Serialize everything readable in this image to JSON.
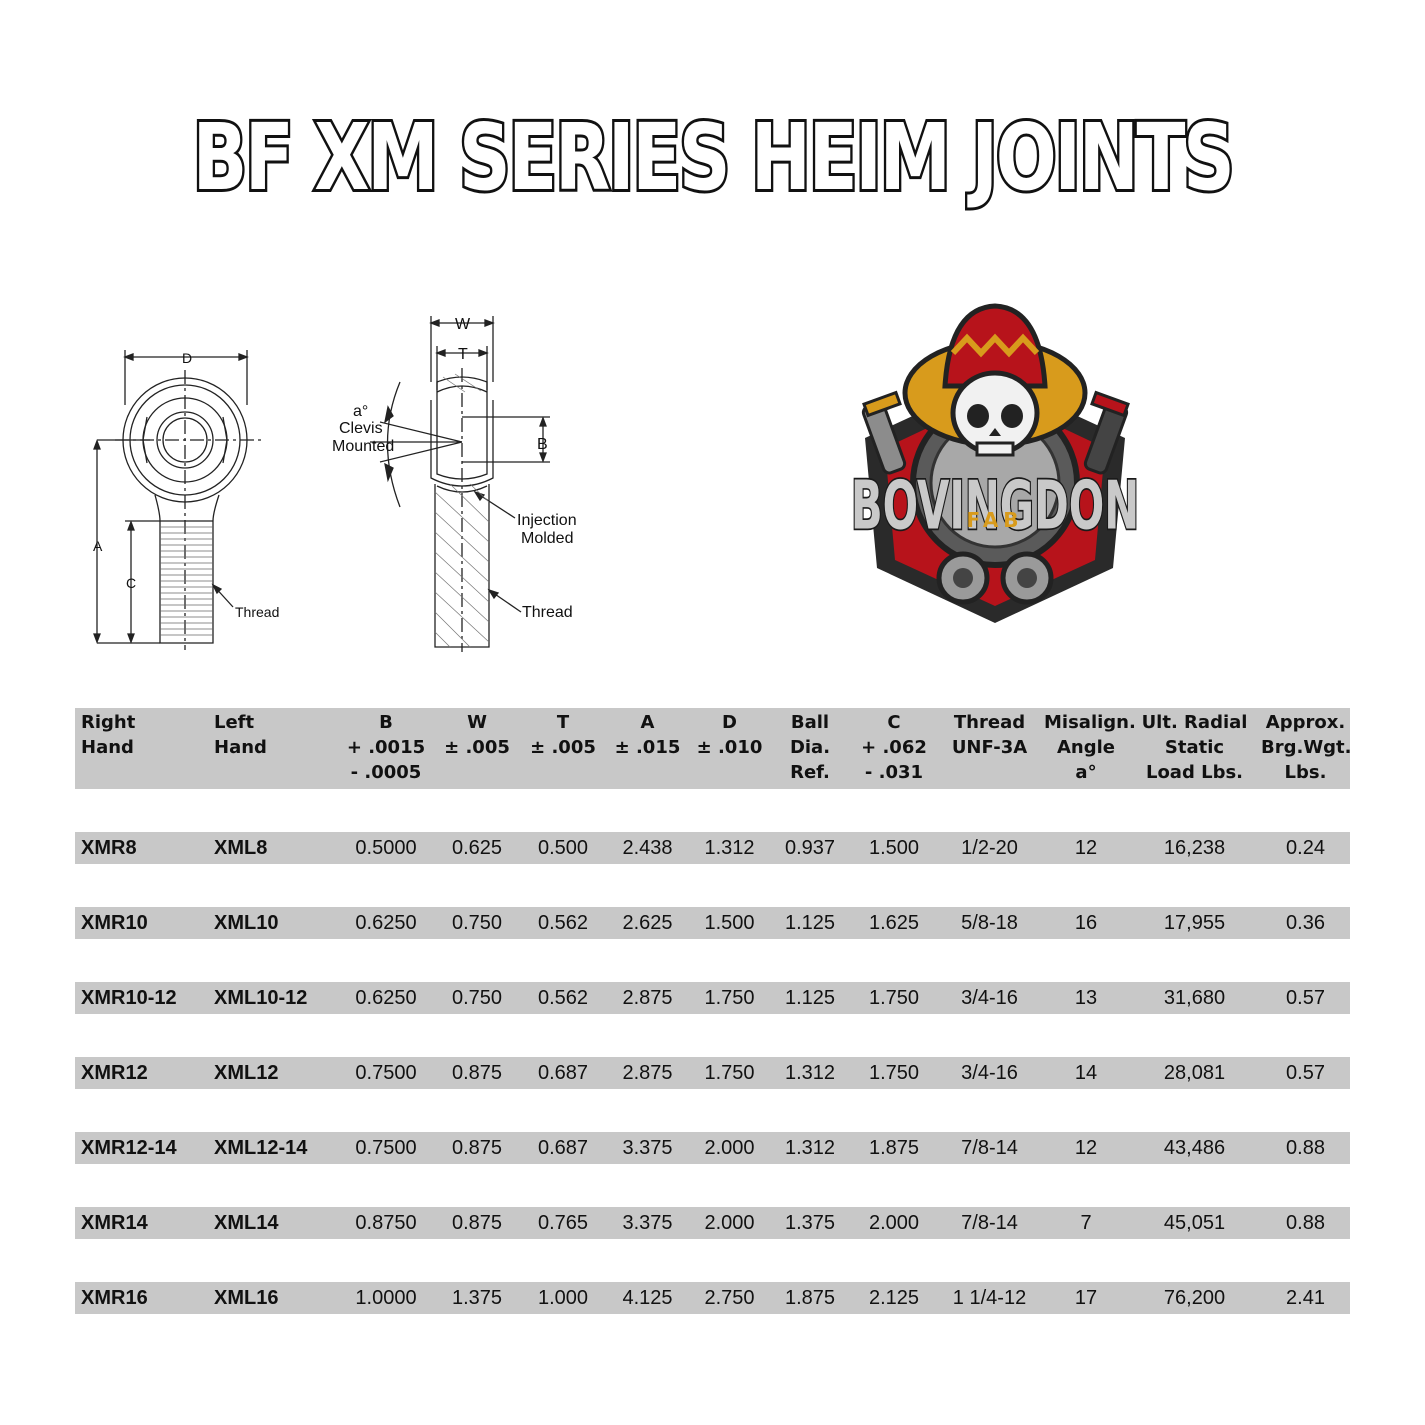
{
  "title": "BF XM SERIES HEIM JOINTS",
  "diagram_left": {
    "labels": {
      "D": "D",
      "A": "A",
      "C": "C",
      "thread": "Thread"
    }
  },
  "diagram_right": {
    "labels": {
      "W": "W",
      "T": "T",
      "B": "B",
      "angle": "a°",
      "clevis": "Clevis",
      "mounted": "Mounted",
      "injection": "Injection",
      "molded": "Molded",
      "thread": "Thread"
    }
  },
  "logo": {
    "name": "BOVINGDON",
    "sub": "FAB"
  },
  "table": {
    "headers": [
      "Right\nHand",
      "Left\nHand",
      "B\n+ .0015\n- .0005",
      "W\n± .005",
      "T\n± .005",
      "A\n± .015",
      "D\n± .010",
      "Ball\nDia.\nRef.",
      "C\n+ .062\n- .031",
      "Thread\nUNF-3A",
      "Misalign.\nAngle\na°",
      "Ult. Radial\nStatic\nLoad Lbs.",
      "Approx.\nBrg.Wgt.\nLbs."
    ],
    "rows": [
      [
        "XMR8",
        "XML8",
        "0.5000",
        "0.625",
        "0.500",
        "2.438",
        "1.312",
        "0.937",
        "1.500",
        "1/2-20",
        "12",
        "16,238",
        "0.24"
      ],
      [
        "XMR10",
        "XML10",
        "0.6250",
        "0.750",
        "0.562",
        "2.625",
        "1.500",
        "1.125",
        "1.625",
        "5/8-18",
        "16",
        "17,955",
        "0.36"
      ],
      [
        "XMR10-12",
        "XML10-12",
        "0.6250",
        "0.750",
        "0.562",
        "2.875",
        "1.750",
        "1.125",
        "1.750",
        "3/4-16",
        "13",
        "31,680",
        "0.57"
      ],
      [
        "XMR12",
        "XML12",
        "0.7500",
        "0.875",
        "0.687",
        "2.875",
        "1.750",
        "1.312",
        "1.750",
        "3/4-16",
        "14",
        "28,081",
        "0.57"
      ],
      [
        "XMR12-14",
        "XML12-14",
        "0.7500",
        "0.875",
        "0.687",
        "3.375",
        "2.000",
        "1.312",
        "1.875",
        "7/8-14",
        "12",
        "43,486",
        "0.88"
      ],
      [
        "XMR14",
        "XML14",
        "0.8750",
        "0.875",
        "0.765",
        "3.375",
        "2.000",
        "1.375",
        "2.000",
        "7/8-14",
        "7",
        "45,051",
        "0.88"
      ],
      [
        "XMR16",
        "XML16",
        "1.0000",
        "1.375",
        "1.000",
        "4.125",
        "2.750",
        "1.875",
        "2.125",
        "1 1/4-12",
        "17",
        "76,200",
        "2.41"
      ]
    ]
  }
}
